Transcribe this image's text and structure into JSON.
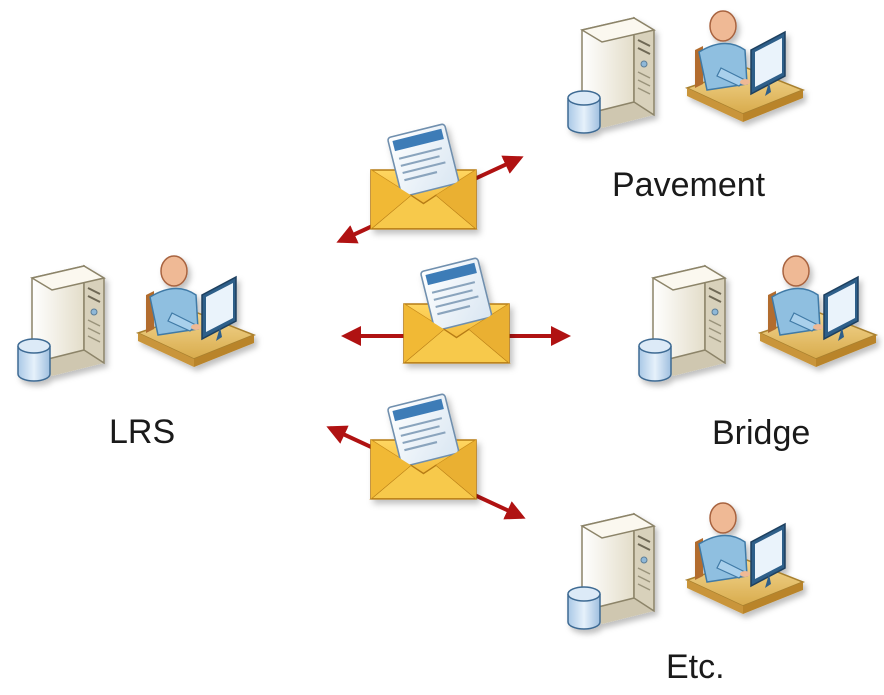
{
  "nodes": [
    {
      "id": "lrs",
      "label": "LRS"
    },
    {
      "id": "pavement",
      "label": "Pavement"
    },
    {
      "id": "bridge",
      "label": "Bridge"
    },
    {
      "id": "etc",
      "label": "Etc."
    }
  ],
  "icons": {
    "server": "server-icon",
    "user": "user-at-desk-icon",
    "message": "envelope-message-icon",
    "arrow": "double-arrow-icon"
  },
  "colors": {
    "arrow": "#b01212",
    "envelope": "#f3bf3a",
    "envelope_dark": "#d79a17",
    "server_case": "#f3efe2",
    "database": "#c7dcef",
    "person": "#8fbfe0",
    "skin": "#efb995",
    "desk": "#e6c36f",
    "monitor": "#3b6f9c"
  }
}
